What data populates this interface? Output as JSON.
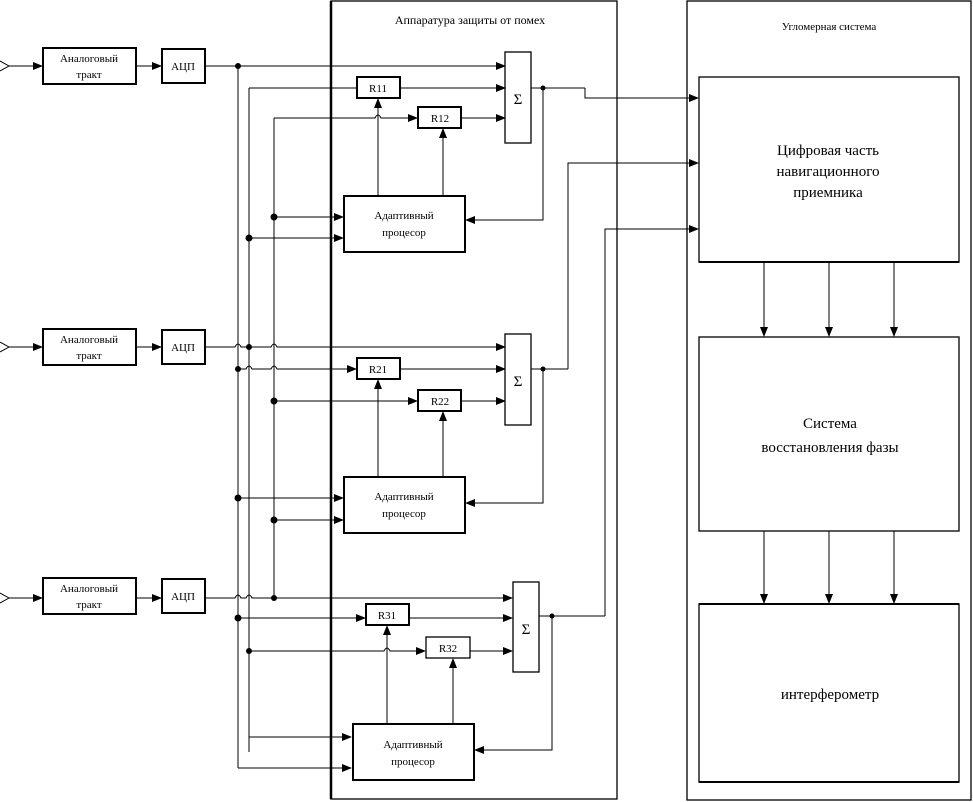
{
  "title": "Block diagram: interference protection equipment and goniometric system",
  "groups": {
    "protection": {
      "label": "Аппаратура защиты от помех"
    },
    "angle_system": {
      "label": "Угломерная система"
    }
  },
  "channels": [
    {
      "analog": {
        "line1": "Аналоговый",
        "line2": "тракт"
      },
      "adc": "АЦП",
      "weights": [
        "R11",
        "R12"
      ],
      "sum": "Σ",
      "processor": {
        "line1": "Адаптивный",
        "line2": "процесор"
      }
    },
    {
      "analog": {
        "line1": "Аналоговый",
        "line2": "тракт"
      },
      "adc": "АЦП",
      "weights": [
        "R21",
        "R22"
      ],
      "sum": "Σ",
      "processor": {
        "line1": "Адаптивный",
        "line2": "процесор"
      }
    },
    {
      "analog": {
        "line1": "Аналоговый",
        "line2": "тракт"
      },
      "adc": "АЦП",
      "weights": [
        "R31",
        "R32"
      ],
      "sum": "Σ",
      "processor": {
        "line1": "Адаптивный",
        "line2": "процесор"
      }
    }
  ],
  "blocks": {
    "digital": {
      "line1": "Цифровая часть",
      "line2": "навигационного",
      "line3": "приемника"
    },
    "phase": {
      "line1": "Система",
      "line2": "восстановления  фазы"
    },
    "interferometer": {
      "line1": "интерферометр"
    }
  }
}
